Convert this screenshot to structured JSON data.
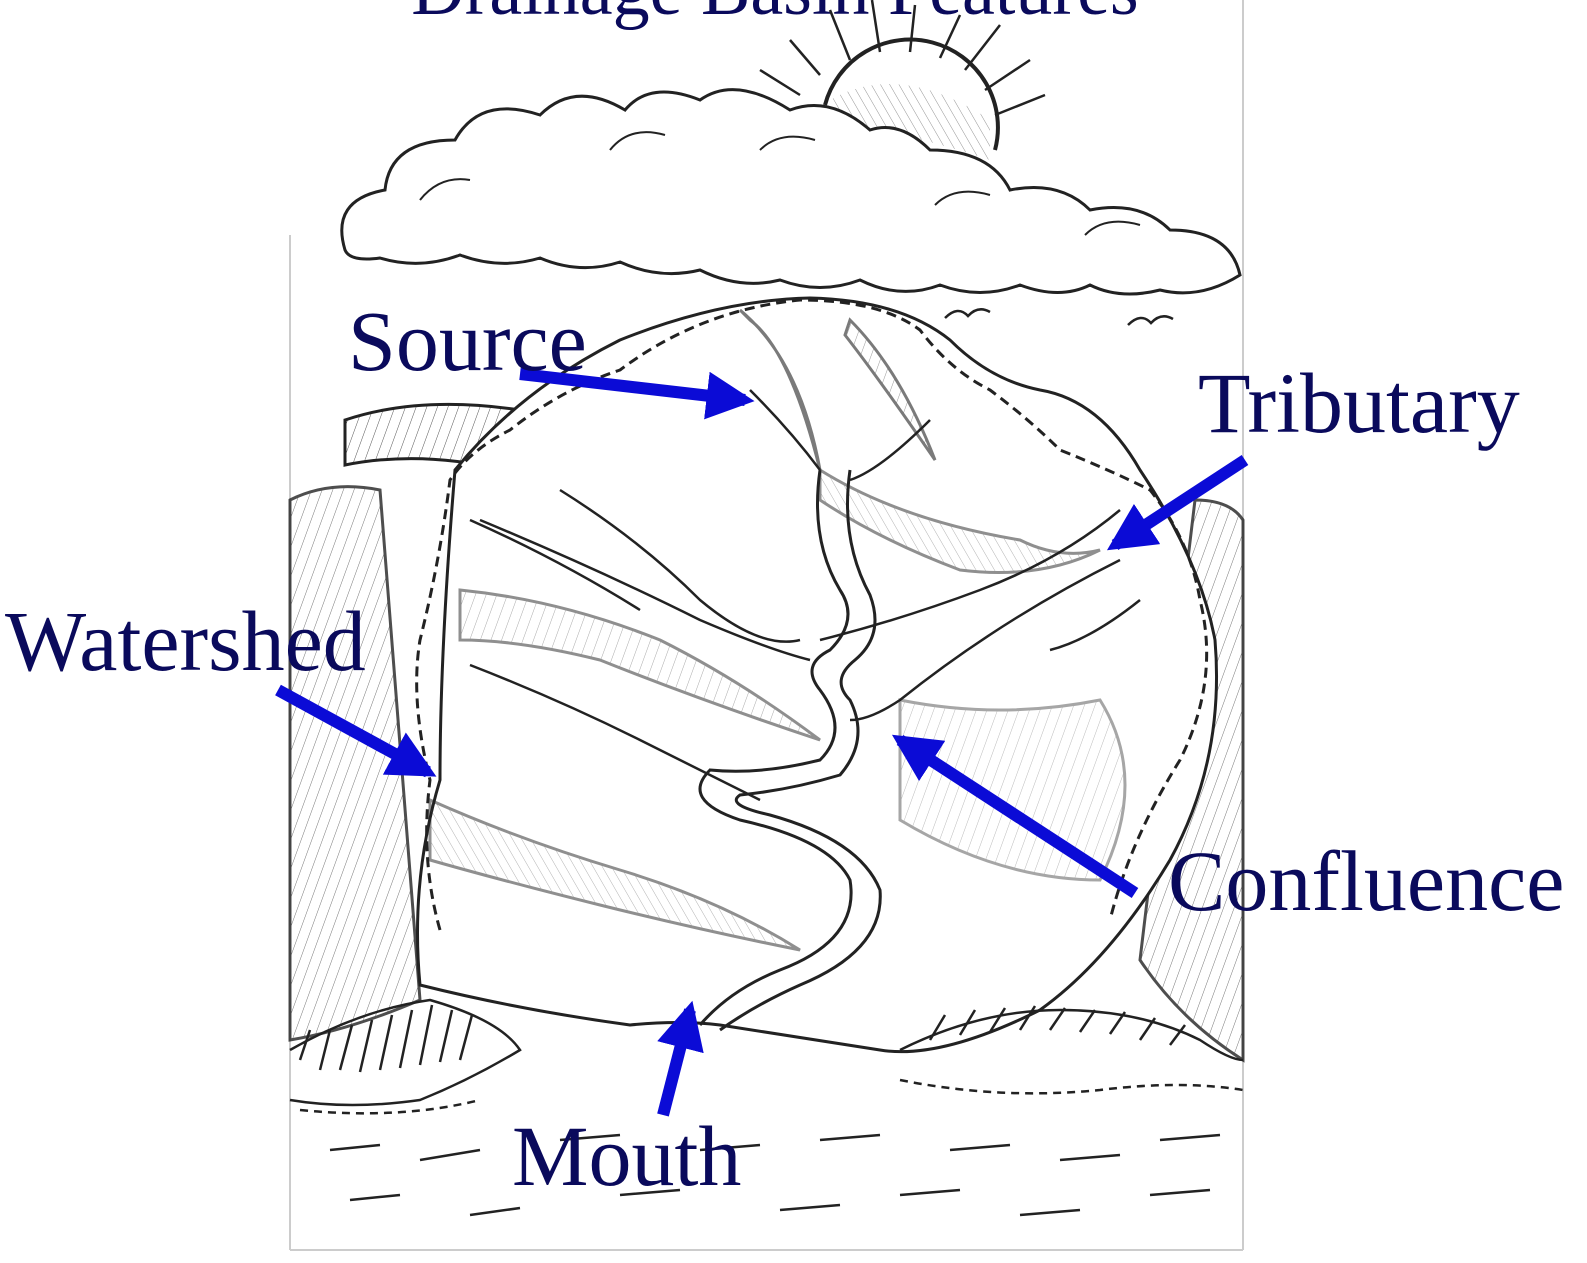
{
  "title": "Drainage Basin Features",
  "labels": {
    "source": "Source",
    "tributary": "Tributary",
    "watershed": "Watershed",
    "confluence": "Confluence",
    "mouth": "Mouth"
  },
  "colors": {
    "label": "#0a0a5c",
    "arrow": "#0b0bd6",
    "ink": "#222222",
    "background": "#ffffff"
  }
}
